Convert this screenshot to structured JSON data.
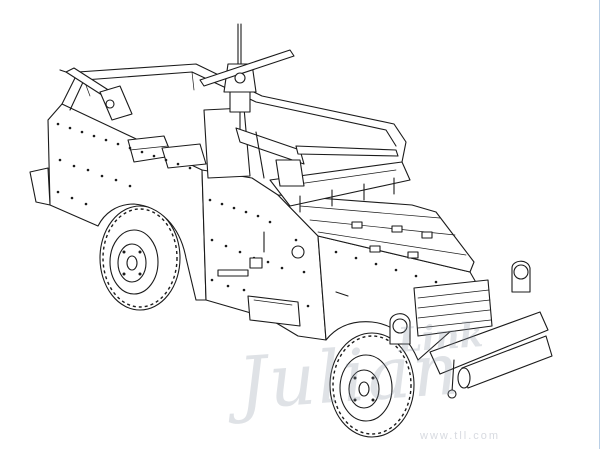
{
  "image": {
    "subject": "armored scout car line drawing",
    "line_color": "#1b1b1b",
    "background": "#ffffff"
  },
  "watermark": {
    "script_text": "Julian",
    "top_text": "Link",
    "url_text": "www.tll.com",
    "color": "#8c96a5"
  }
}
